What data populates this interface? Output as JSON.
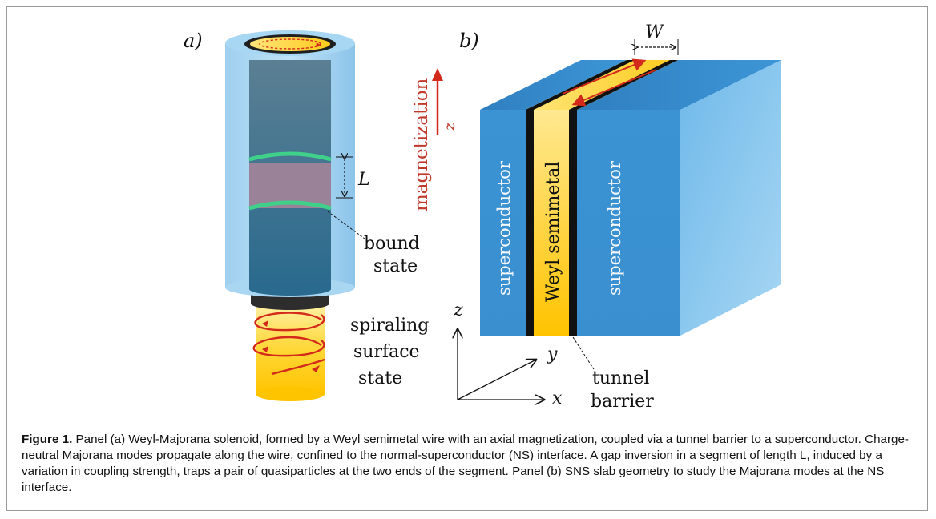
{
  "figure": {
    "panel_a": {
      "label": "a)",
      "length_label": "L",
      "bound_state_label": [
        "bound",
        "state"
      ],
      "surface_state_label": [
        "spiraling",
        "surface",
        "state"
      ]
    },
    "panel_b": {
      "label": "b)",
      "width_label": "W",
      "magnetization_label": "magnetization",
      "magnetization_axis": "z",
      "left_slab": "superconductor",
      "center_slab": "Weyl semimetal",
      "right_slab": "superconductor",
      "axis_z": "z",
      "axis_y": "y",
      "axis_x": "x",
      "barrier_label": [
        "tunnel",
        "barrier"
      ]
    },
    "colors": {
      "blue": "#3f95d3",
      "gold": "#ffc400",
      "red_arrow": "#d42a1c",
      "green_ring": "#3fd08a",
      "magenta_band": "#9a8298"
    }
  },
  "caption": {
    "figure_label": "Figure 1.",
    "text": "Panel (a) Weyl-Majorana solenoid, formed by a Weyl semimetal wire with an axial magnetization, coupled via a tunnel barrier to a superconductor. Charge-neutral Majorana modes propagate along the wire, confined to the normal-superconductor (NS) interface. A gap inversion in a segment of length L, induced by a variation in coupling strength, traps a pair of quasiparticles at the two ends of the segment. Panel (b) SNS slab geometry to study the Majorana modes at the NS interface."
  }
}
